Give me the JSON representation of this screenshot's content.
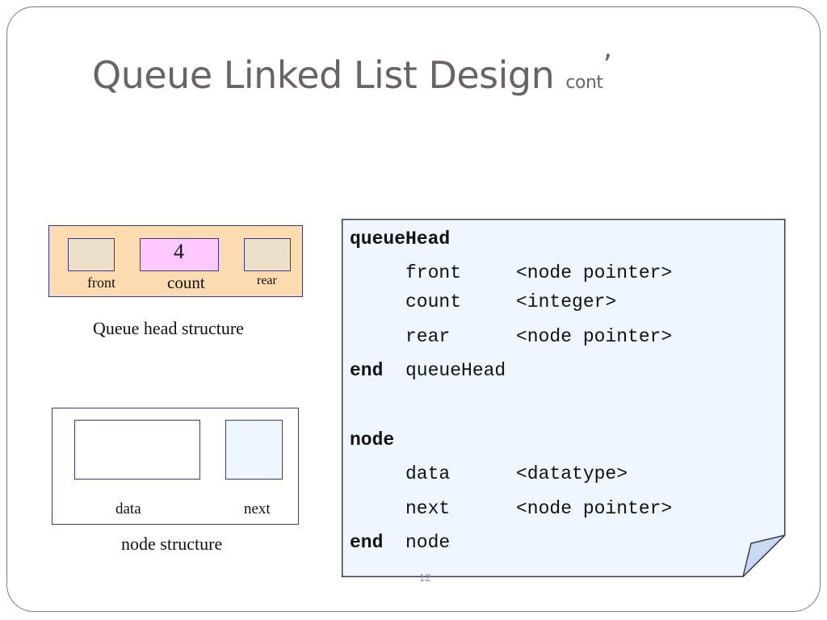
{
  "slide": {
    "title": "Queue Linked List Design",
    "title_suffix": "cont",
    "title_mark": "’",
    "slide_number": "12"
  },
  "queue_head_diagram": {
    "count_value": "4",
    "front_label": "front",
    "count_label": "count",
    "rear_label": "rear",
    "caption": "Queue head structure",
    "colors": {
      "fill": "#fcdcb0",
      "count_cell": "#ffc8ff",
      "pointer_cell": "#ede0c8",
      "border": "#3a3a8a"
    }
  },
  "node_diagram": {
    "data_label": "data",
    "next_label": "next",
    "caption": "node structure",
    "colors": {
      "data_cell": "#ffffff",
      "next_cell": "#eef6ff",
      "border": "#3a3a8a"
    }
  },
  "code_panel": {
    "background": "#eef6ff",
    "queue_head_start": "queueHead",
    "queue_head_fields": [
      {
        "name": "front",
        "type": "<node pointer>"
      },
      {
        "name": "count",
        "type": "<integer>"
      },
      {
        "name": "rear",
        "type": "<node pointer>"
      }
    ],
    "queue_head_end_keyword": "end",
    "queue_head_end_name": "queueHead",
    "node_start": "node",
    "node_fields": [
      {
        "name": "data",
        "type": "<datatype>"
      },
      {
        "name": "next",
        "type": "<node pointer>"
      }
    ],
    "node_end_keyword": "end",
    "node_end_name": "node"
  }
}
